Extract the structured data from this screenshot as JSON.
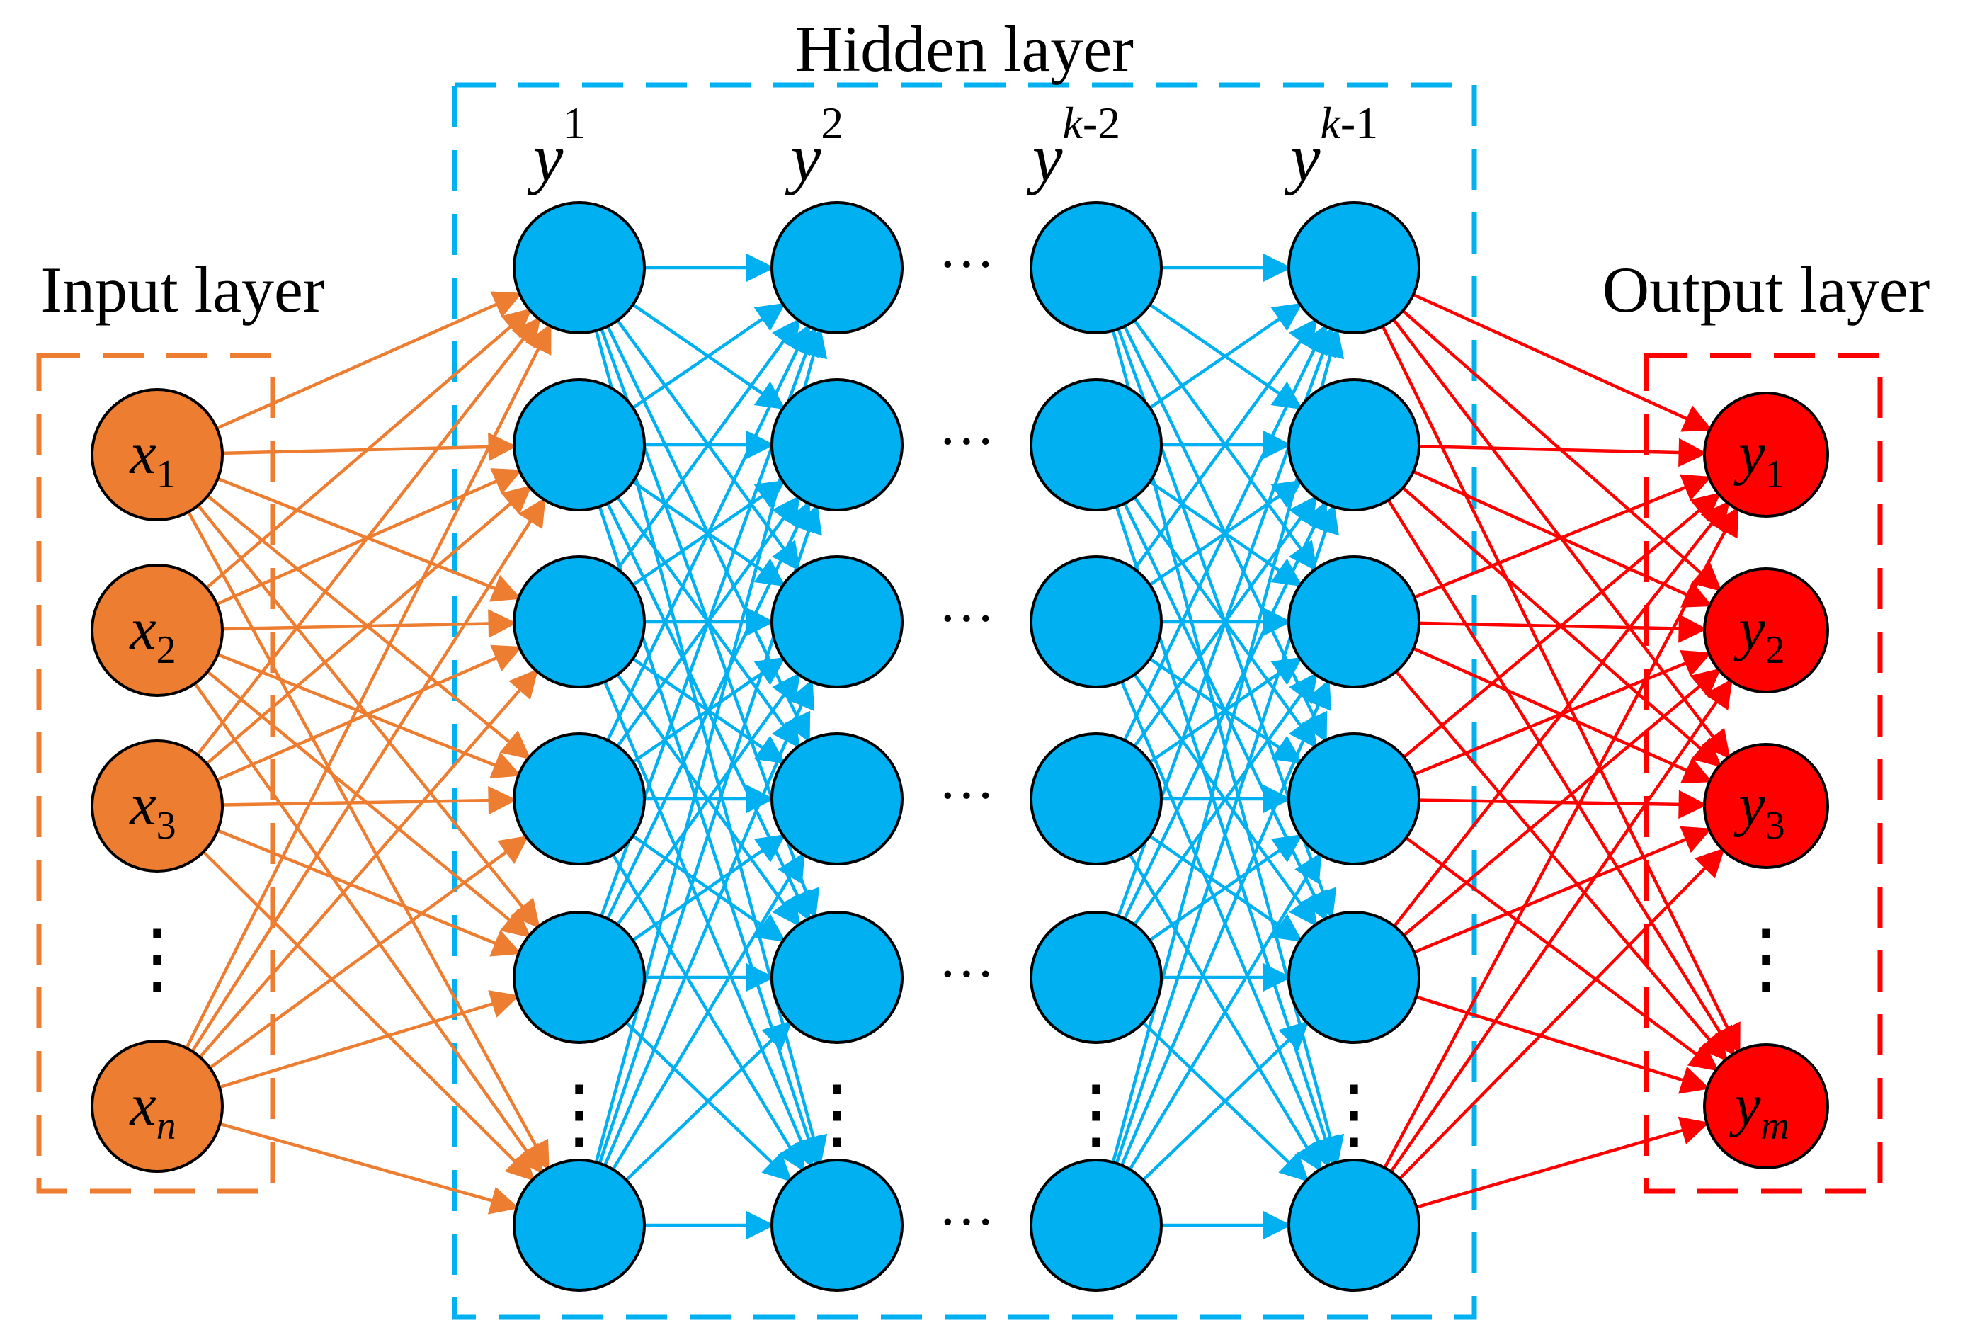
{
  "labels": {
    "input_layer": "Input layer",
    "hidden_layer": "Hidden layer",
    "output_layer": "Output layer"
  },
  "input_nodes": [
    {
      "base": "x",
      "sub": "1"
    },
    {
      "base": "x",
      "sub": "2"
    },
    {
      "base": "x",
      "sub": "3"
    },
    {
      "base": "x",
      "sub": "n"
    }
  ],
  "output_nodes": [
    {
      "base": "y",
      "sub": "1"
    },
    {
      "base": "y",
      "sub": "2"
    },
    {
      "base": "y",
      "sub": "3"
    },
    {
      "base": "y",
      "sub": "m"
    }
  ],
  "hidden_columns": [
    {
      "base": "y",
      "sup": "1"
    },
    {
      "base": "y",
      "sup": "2"
    },
    {
      "base": "y",
      "sup": "k-2"
    },
    {
      "base": "y",
      "sup": "k-1"
    }
  ],
  "ellipsis_h": "···",
  "ellipsis_v": "⋮",
  "colors": {
    "input": "#ED7D31",
    "hidden": "#00B0F0",
    "output": "#FF0000",
    "outline": "#000000"
  }
}
